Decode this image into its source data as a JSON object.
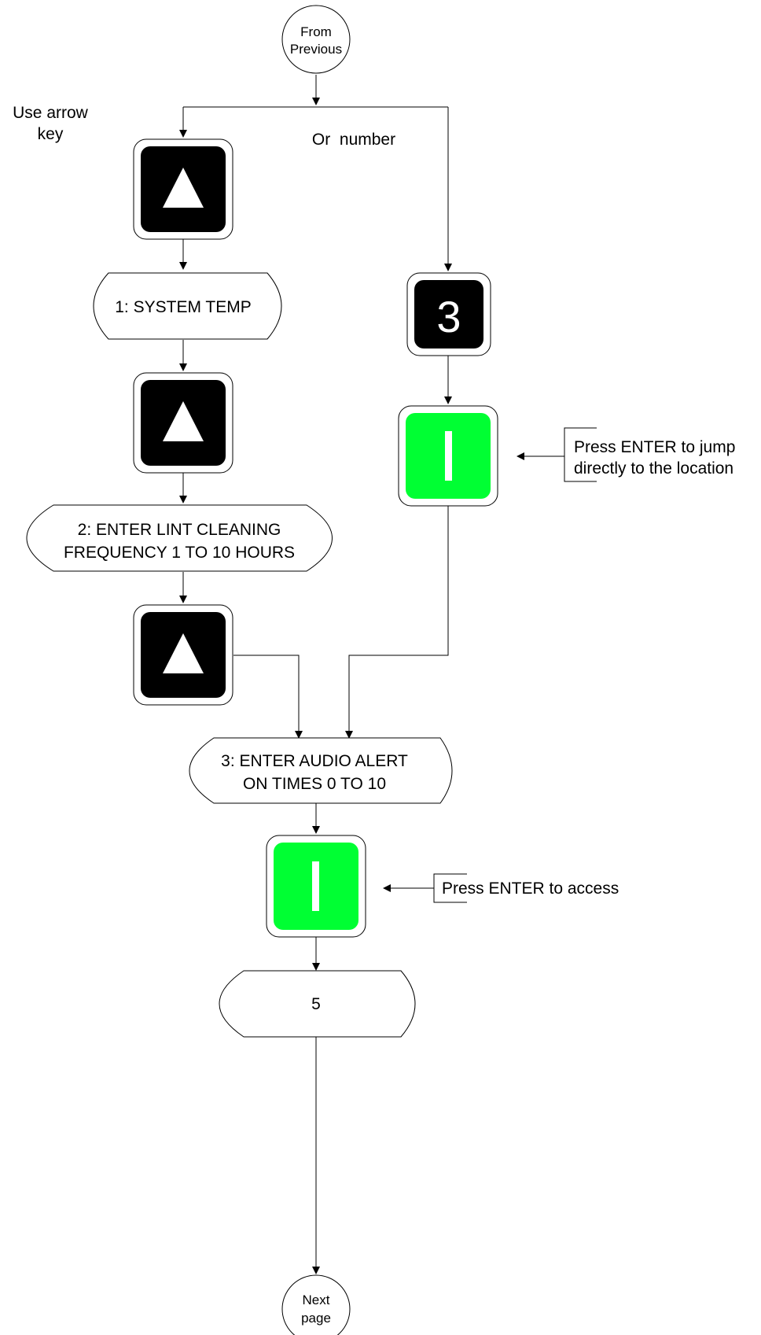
{
  "start": {
    "line1": "From",
    "line2": "Previous"
  },
  "end": {
    "line1": "Next",
    "line2": "page"
  },
  "left_branch_label": {
    "line1": "Use arrow",
    "line2": "key"
  },
  "right_branch_label": "Or  number",
  "displays": {
    "d1": "1: SYSTEM TEMP",
    "d2": {
      "line1": "2: ENTER LINT CLEANING",
      "line2": "FREQUENCY 1 TO 10 HOURS"
    },
    "d3": {
      "line1": "3: ENTER AUDIO ALERT",
      "line2": "ON TIMES 0 TO 10"
    },
    "d5": "5"
  },
  "number_key": "3",
  "annotations": {
    "jump": {
      "line1": "Press ENTER to jump",
      "line2": "directly to the location"
    },
    "access": "Press ENTER to access"
  },
  "colors": {
    "enter_key": "#00ff33",
    "arrow_key": "#000000",
    "line": "#000000"
  },
  "icons": {
    "arrow_key": "up-arrow-icon",
    "enter_key": "enter-bar-icon"
  }
}
